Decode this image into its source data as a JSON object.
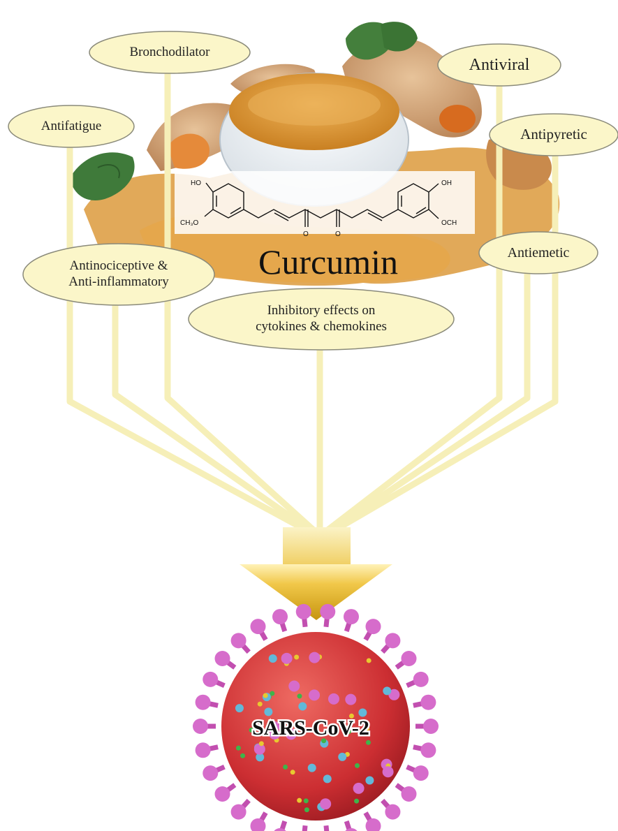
{
  "title": "Curcumin",
  "target": "SARS-CoV-2",
  "effects": [
    {
      "id": "antifatigue",
      "label": "Antifatigue"
    },
    {
      "id": "bronchodilator",
      "label": "Bronchodilator"
    },
    {
      "id": "antiviral",
      "label": "Antiviral"
    },
    {
      "id": "antipyretic",
      "label": "Antipyretic"
    },
    {
      "id": "antinociceptive",
      "label_line1": "Antinociceptive &",
      "label_line2": "Anti-inflammatory"
    },
    {
      "id": "inhibitory",
      "label_line1": "Inhibitory effects on",
      "label_line2": "cytokines & chemokines"
    },
    {
      "id": "antiemetic",
      "label": "Antiemetic"
    }
  ],
  "structure_labels": {
    "ho_left": "HO",
    "och3_left": "CH₃O",
    "oh_right": "OH",
    "och3_right": "OCH",
    "o_left": "O",
    "o_right": "O"
  },
  "colors": {
    "oval_fill": "#fbf6c9",
    "oval_stroke": "#8a8a7a",
    "connector": "#f6efb8",
    "arrow_top": "#f2c94a",
    "arrow_bottom": "#c89a12",
    "turmeric": "#d88f2d",
    "virus_body": "#d9363a",
    "spike": "#d25fc2"
  }
}
